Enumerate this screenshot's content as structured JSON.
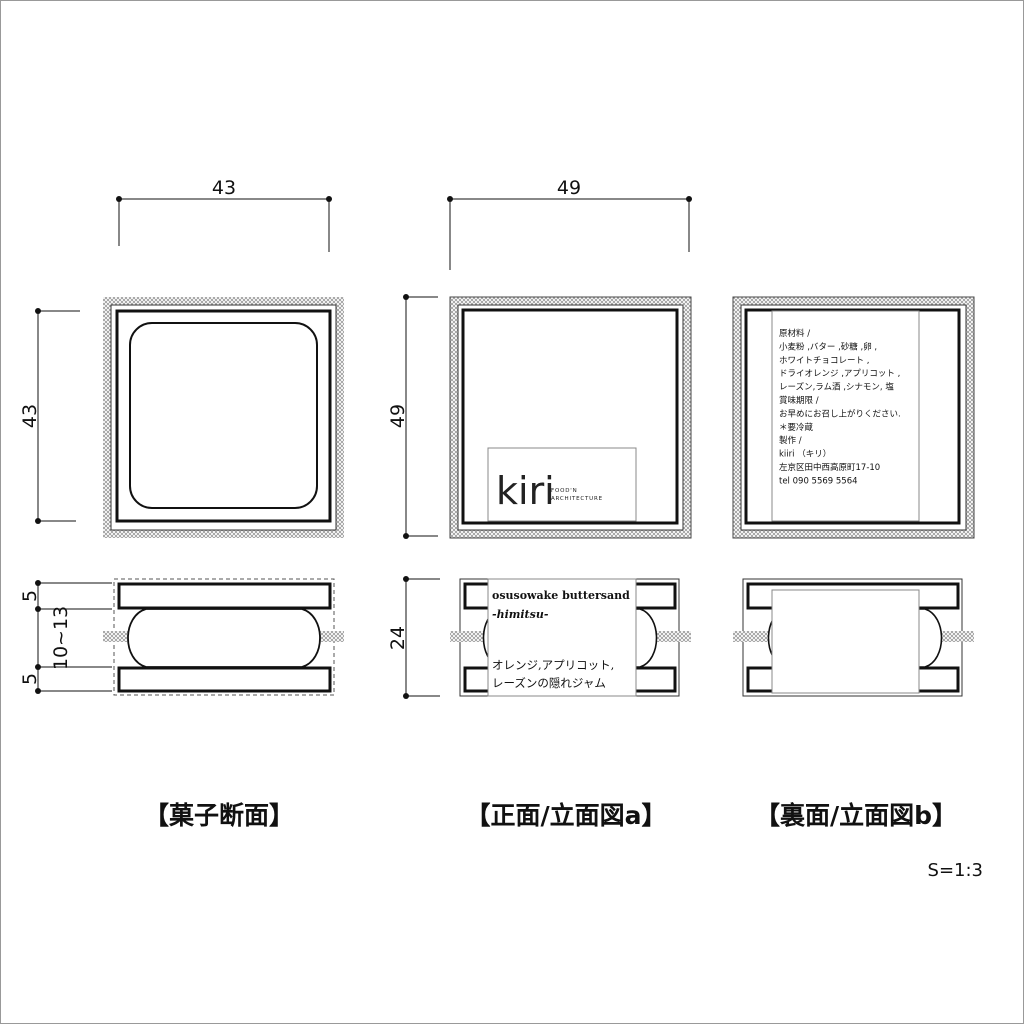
{
  "dimensions": {
    "cross_section_width": "43",
    "cross_section_height": "43",
    "front_width": "49",
    "front_height": "49",
    "cross_section_top_thickness": "5",
    "cross_section_filling": "10~13",
    "cross_section_bottom_thickness": "5",
    "front_side_height": "24"
  },
  "captions": {
    "cross_section": "【菓子断面】",
    "front": "【正面/立面図a】",
    "back": "【裏面/立面図b】"
  },
  "scale": "S=1:3",
  "logo": {
    "mark": "kiri",
    "line1": "FOOD'N",
    "line2": "ARCHITECTURE"
  },
  "product_label": {
    "name": "osusowake buttersand",
    "subtitle": "-himitsu-",
    "line1": "オレンジ,アプリコット,",
    "line2": "レーズンの隠れジャム"
  },
  "ingredients_label": [
    "原材料 /",
    "小麦粉 ,バター ,砂糖 ,卵 ,",
    "ホワイトチョコレート ,",
    "ドライオレンジ ,アプリコット ,",
    "レーズン,ラム酒 ,シナモン, 塩",
    "賞味期限 /",
    "お早めにお召し上がりください.",
    "＊要冷蔵",
    "製作 /",
    "kiiri （キリ）",
    "左京区田中西高原町17-10",
    "tel 090 5569 5564"
  ],
  "colors": {
    "line": "#111111",
    "hatch": "#9a9a9a"
  }
}
